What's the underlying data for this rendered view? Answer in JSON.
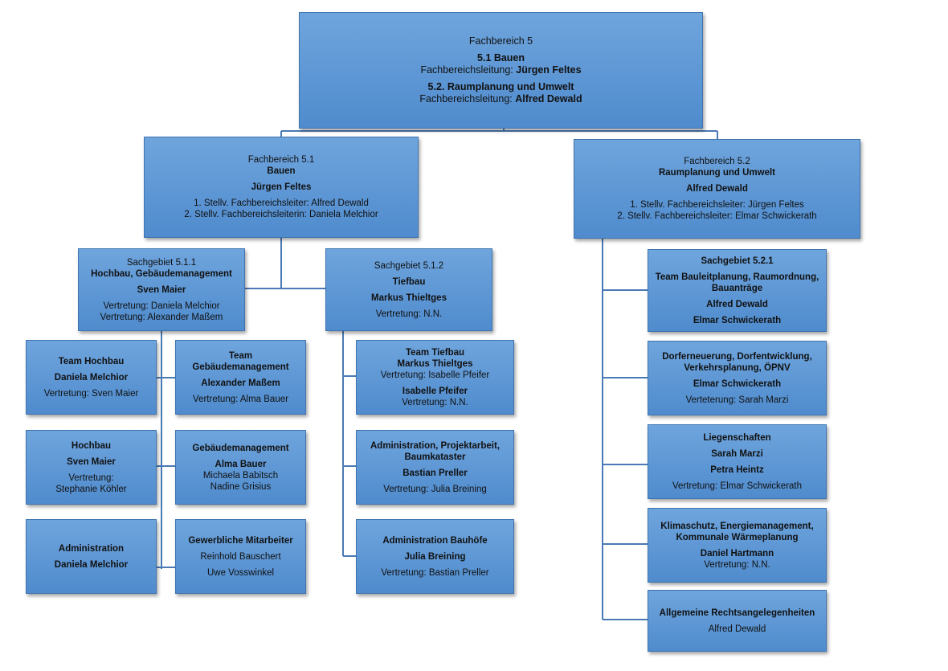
{
  "top": {
    "line1": "Fachbereich 5",
    "dept1_name": "5.1 Bauen",
    "dept1_lead_label": "Fachbereichsleitung: ",
    "dept1_lead_name": "Jürgen Feltes",
    "dept2_name": "5.2. Raumplanung und Umwelt",
    "dept2_lead_label": "Fachbereichsleitung: ",
    "dept2_lead_name": "Alfred Dewald"
  },
  "fb51": {
    "line1": "Fachbereich 5.1",
    "name": "Bauen",
    "lead": "Jürgen Feltes",
    "dep1": "1. Stellv. Fachbereichsleiter: Alfred Dewald",
    "dep2": "2. Stellv. Fachbereichsleiterin: Daniela Melchior"
  },
  "fb52": {
    "line1": "Fachbereich 5.2",
    "name": "Raumplanung und Umwelt",
    "lead": "Alfred Dewald",
    "dep1": "1. Stellv. Fachbereichsleiter: Jürgen Feltes",
    "dep2": "2. Stellv. Fachbereichsleiter:  Elmar Schwickerath"
  },
  "sg511": {
    "line1": "Sachgebiet 5.1.1",
    "name": "Hochbau, Gebäudemanagement",
    "lead": "Sven Maier",
    "rep1": "Vertretung: Daniela Melchior",
    "rep2": "Vertretung: Alexander Maßem"
  },
  "sg512": {
    "line1": "Sachgebiet 5.1.2",
    "name": "Tiefbau",
    "lead": "Markus Thieltges",
    "rep": "Vertretung: N.N."
  },
  "team_hochbau": {
    "name": "Team Hochbau",
    "lead": "Daniela Melchior",
    "rep": "Vertretung: Sven Maier"
  },
  "team_gebaeude": {
    "name1": "Team",
    "name2": "Gebäudemanagement",
    "lead": "Alexander Maßem",
    "rep": "Vertretung: Alma Bauer"
  },
  "hochbau": {
    "name": "Hochbau",
    "lead": "Sven Maier",
    "rep1": "Vertretung:",
    "rep2": "Stephanie Köhler"
  },
  "gebaeude": {
    "name": "Gebäudemanagement",
    "lead": "Alma Bauer",
    "m1": "Michaela Babitsch",
    "m2": "Nadine Grisius"
  },
  "administration": {
    "name": "Administration",
    "lead": "Daniela Melchior"
  },
  "gewerblich": {
    "name": "Gewerbliche Mitarbeiter",
    "m1": "Reinhold Bauschert",
    "m2": "Uwe Vosswinkel"
  },
  "team_tiefbau": {
    "name": "Team Tiefbau",
    "lead1": "Markus Thieltges",
    "rep1": "Vertretung: Isabelle Pfeifer",
    "lead2": "Isabelle Pfeifer",
    "rep2": "Vertretung: N.N."
  },
  "admin_projekt": {
    "name1": "Administration, Projektarbeit,",
    "name2": "Baumkataster",
    "lead": "Bastian Preller",
    "rep": "Vertretung: Julia Breining"
  },
  "admin_bauhoefe": {
    "name": "Administration Bauhöfe",
    "lead": "Julia Breining",
    "rep": "Vertretung: Bastian Preller"
  },
  "sg521": {
    "line1": "Sachgebiet 5.2.1",
    "name1": "Team Bauleitplanung, Raumordnung,",
    "name2": "Bauanträge",
    "lead1": "Alfred Dewald",
    "lead2": "Elmar Schwickerath"
  },
  "dorf": {
    "name1": "Dorferneuerung, Dorfentwicklung,",
    "name2": "Verkehrsplanung, ÖPNV",
    "lead": "Elmar Schwickerath",
    "rep": "Verteterung: Sarah Marzi"
  },
  "liegenschaften": {
    "name": "Liegenschaften",
    "lead1": "Sarah Marzi",
    "lead2": "Petra Heintz",
    "rep": "Vertretung: Elmar Schwickerath"
  },
  "klima": {
    "name1": "Klimaschutz, Energiemanagement,",
    "name2": "Kommunale Wärmeplanung",
    "lead": "Daniel Hartmann",
    "rep": "Vertretung: N.N."
  },
  "recht": {
    "name": "Allgemeine Rechtsangelegenheiten",
    "lead": "Alfred Dewald"
  },
  "colors": {
    "box_fill": "#5a95d5",
    "box_border": "#3f74b0",
    "connector": "#4a7ab5"
  }
}
